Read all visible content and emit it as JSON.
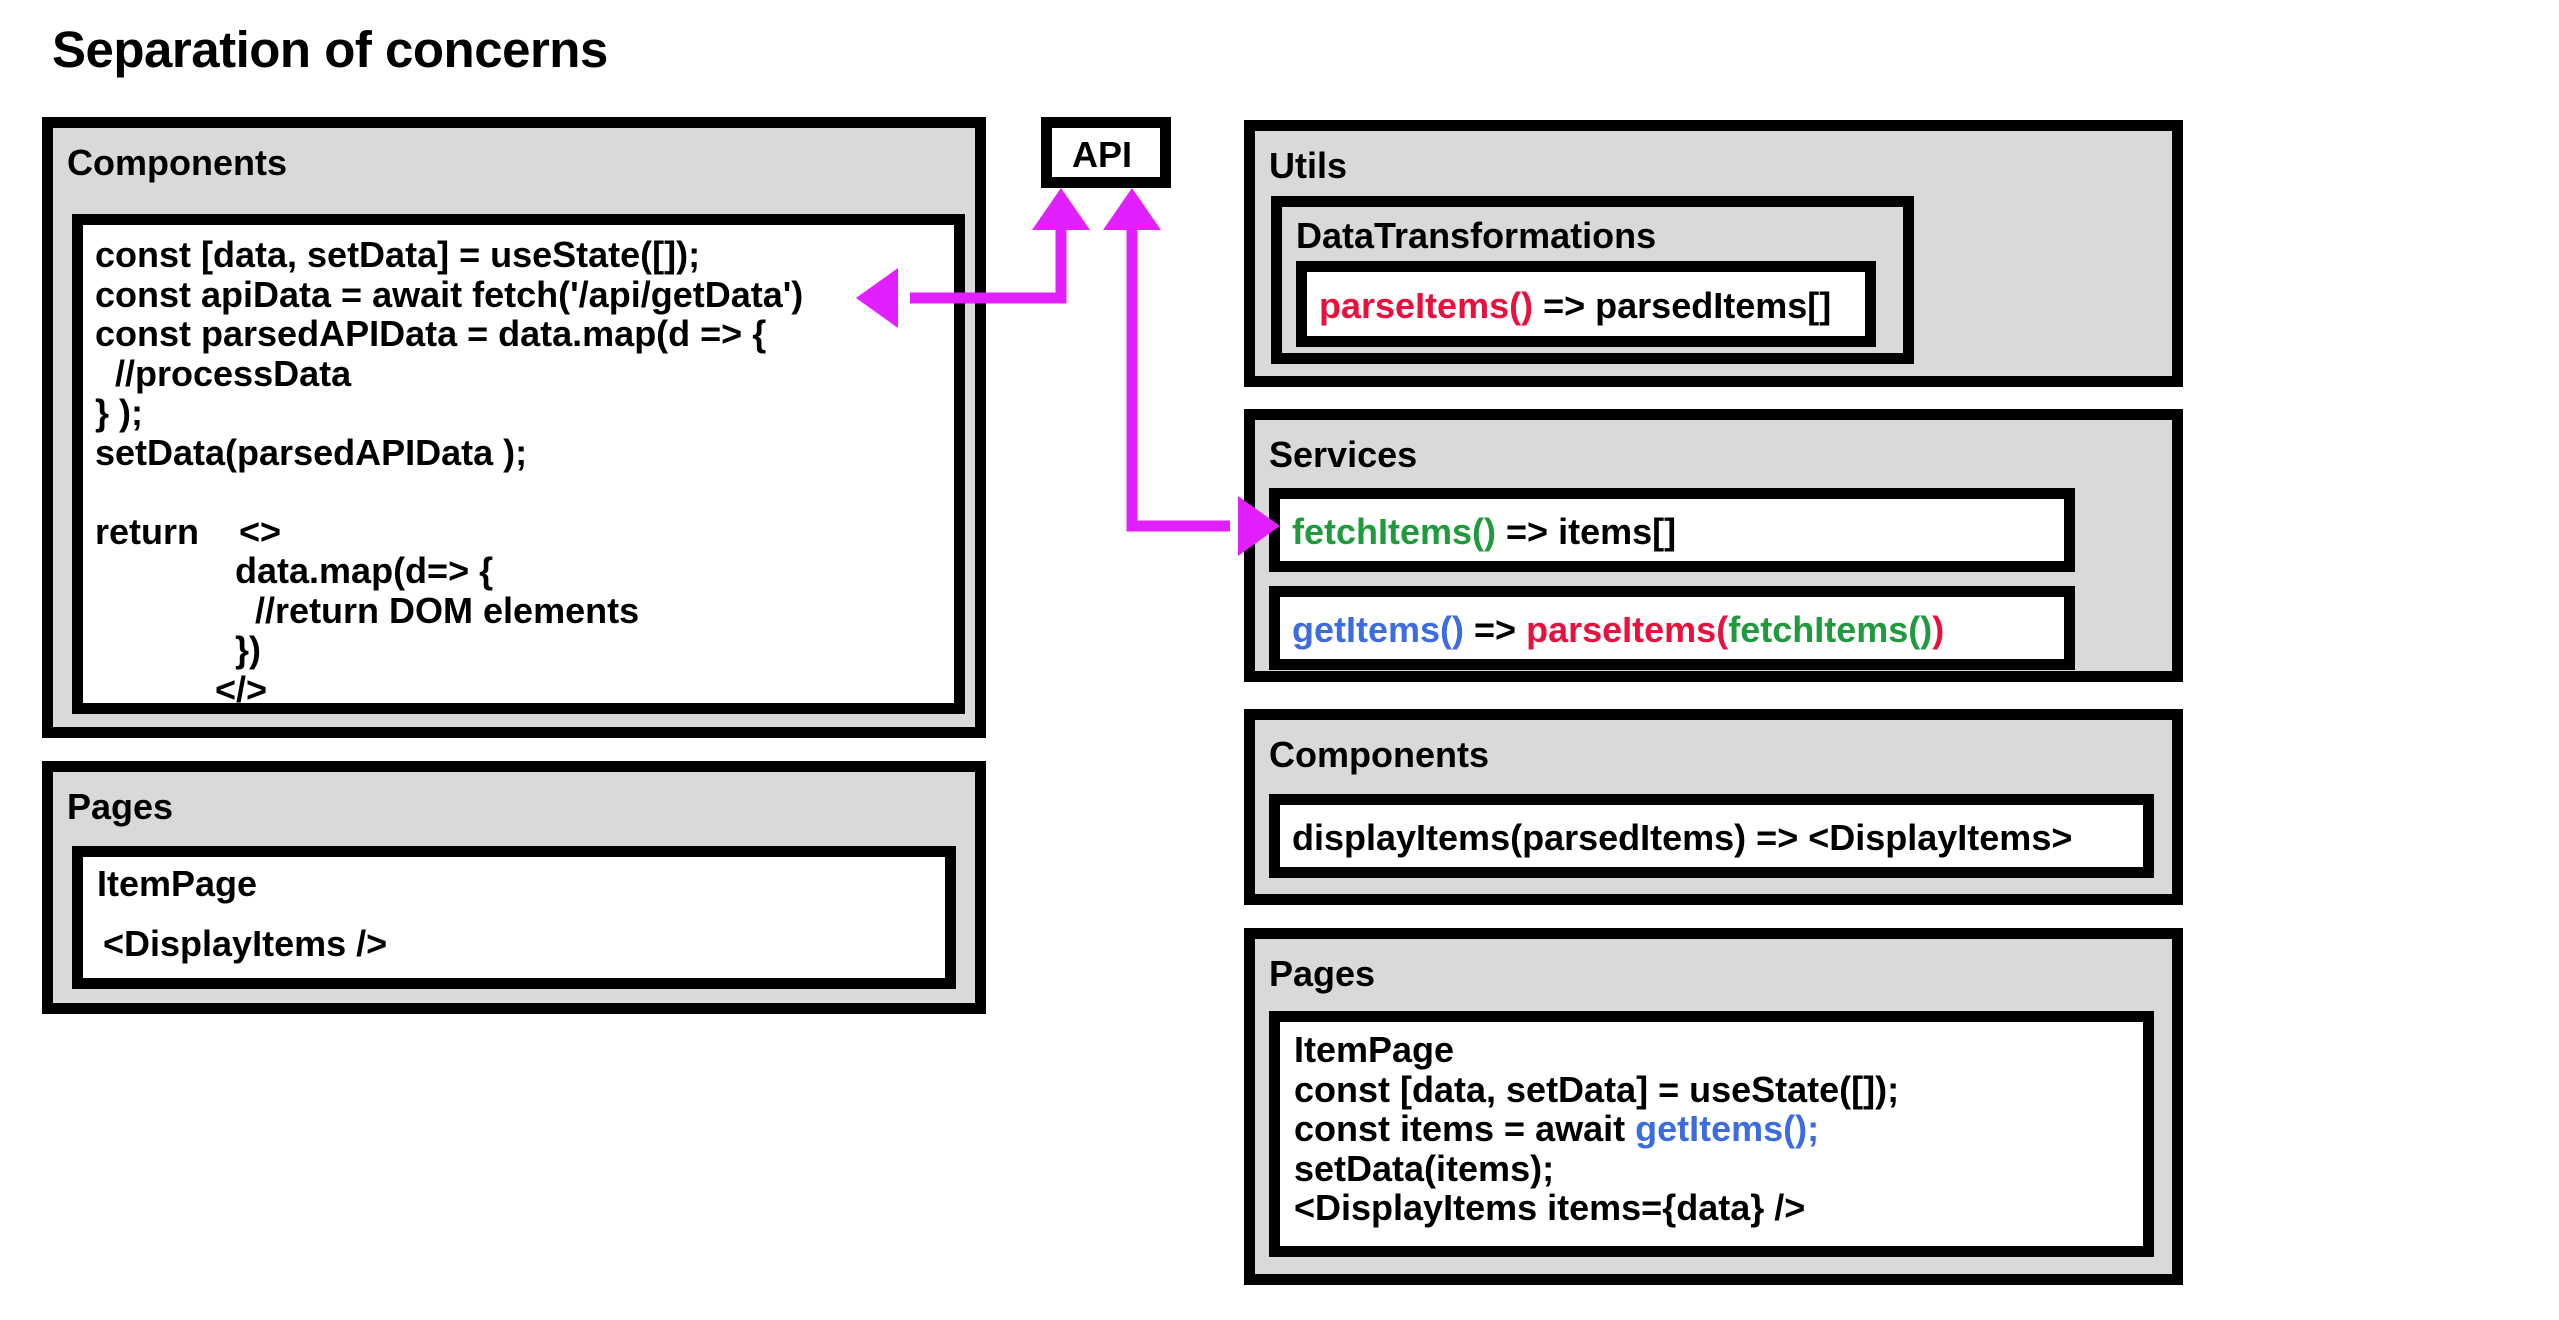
{
  "title": "Separation of concerns",
  "colors": {
    "panel_bg": "#d9d9d9",
    "arrow": "#e21fff",
    "red": "#e8103d",
    "green": "#1f9a3c",
    "blue": "#3d6be0"
  },
  "api": {
    "label": "API"
  },
  "left": {
    "components": {
      "label": "Components",
      "code": [
        "const [data, setData] = useState([]);",
        "const apiData = await fetch('/api/getData')",
        "const parsedAPIData = data.map(d => {",
        "  //processData",
        "} );",
        "setData(parsedAPIData );",
        "",
        "return    <>",
        "              data.map(d=> {",
        "                //return DOM elements",
        "              })",
        "            </>"
      ]
    },
    "pages": {
      "label": "Pages",
      "item_page": "ItemPage",
      "display": "<DisplayItems />"
    }
  },
  "right": {
    "utils": {
      "label": "Utils",
      "data_transformations": {
        "label": "DataTransformations",
        "fn": "parseItems()",
        "arrow": " => parsedItems[]"
      }
    },
    "services": {
      "label": "Services",
      "fetch": {
        "fn": "fetchItems()",
        "arrow": " => items[]"
      },
      "get": {
        "fn": "getItems()",
        "arrow": " => ",
        "parse_open": "parseItems(",
        "fetch_fn": "fetchItems()",
        "parse_close": ")"
      }
    },
    "components": {
      "label": "Components",
      "display": "displayItems(parsedItems) => <DisplayItems>"
    },
    "pages": {
      "label": "Pages",
      "lines": {
        "l1": "ItemPage",
        "l2": "const [data, setData] = useState([]);",
        "l3_prefix": "const items = await ",
        "l3_call": "getItems();",
        "l4": "setData(items);",
        "l5": "<DisplayItems items={data} />"
      }
    }
  }
}
